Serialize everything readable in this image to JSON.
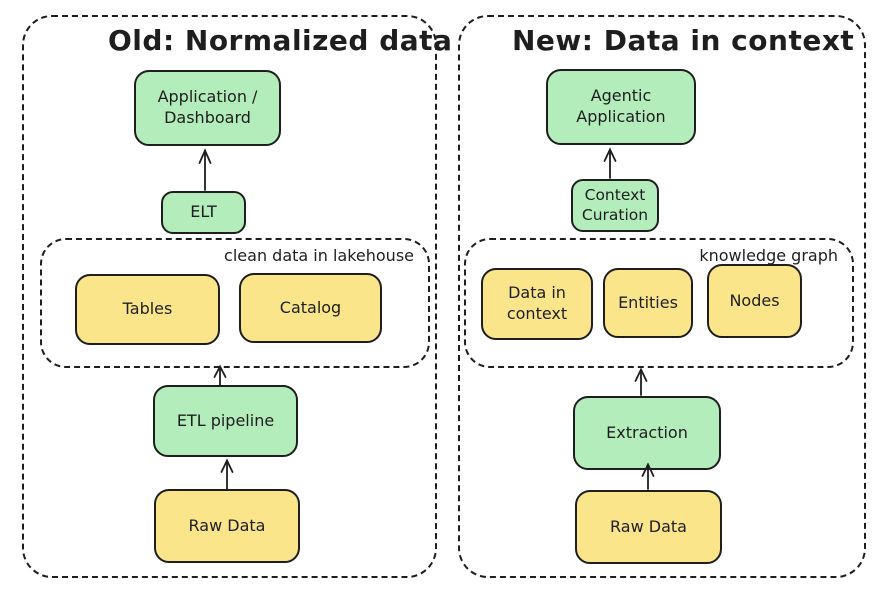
{
  "diagram": {
    "background": "#ffffff",
    "stroke_color": "#1e1e1e",
    "green_fill": "#b4edbc",
    "yellow_fill": "#fae58a"
  },
  "old_panel": {
    "title": "Old: Normalized data",
    "application_box": {
      "line1": "Application /",
      "line2": "Dashboard"
    },
    "elt_box": {
      "label": "ELT"
    },
    "lakehouse_group": {
      "label": "clean data in lakehouse",
      "tables_box": {
        "label": "Tables"
      },
      "catalog_box": {
        "label": "Catalog"
      }
    },
    "etl_box": {
      "label": "ETL pipeline"
    },
    "raw_data_box": {
      "label": "Raw Data"
    }
  },
  "new_panel": {
    "title": "New: Data in context",
    "agentic_box": {
      "line1": "Agentic",
      "line2": "Application"
    },
    "context_curation_box": {
      "line1": "Context",
      "line2": "Curation"
    },
    "knowledge_graph_group": {
      "label": "knowledge graph",
      "data_in_context_box": {
        "line1": "Data in",
        "line2": "context"
      },
      "entities_box": {
        "label": "Entities"
      },
      "nodes_box": {
        "label": "Nodes"
      }
    },
    "extraction_box": {
      "label": "Extraction"
    },
    "raw_data_box": {
      "label": "Raw Data"
    }
  }
}
